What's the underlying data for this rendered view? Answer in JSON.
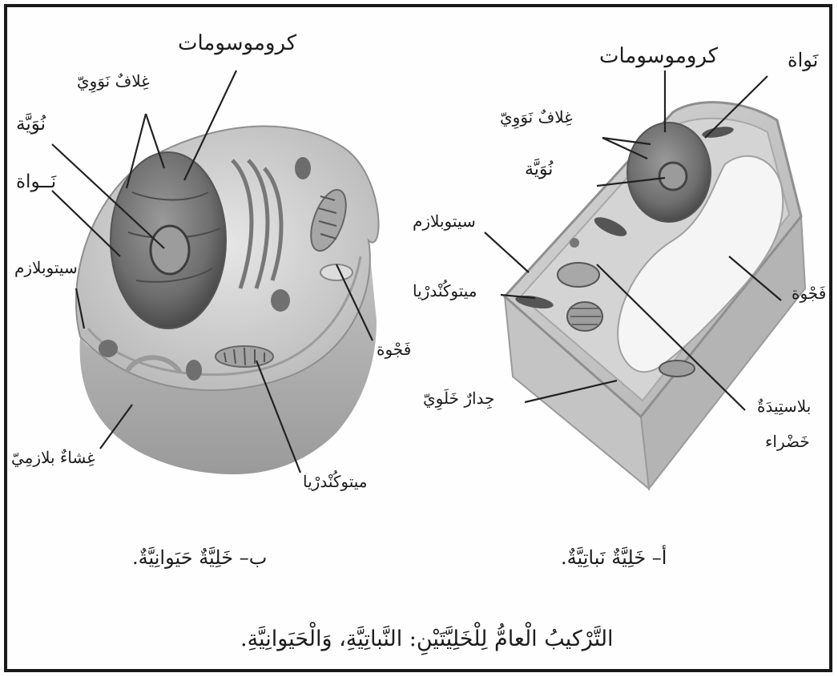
{
  "animal_cell": {
    "labels": {
      "chromosomes": "كروموسومات",
      "nuclear_envelope": "غِلافٌ نَوَوِيّ",
      "nucleolus": "نُوَيَّة",
      "nucleus": "نَــواة",
      "cytoplasm": "سيتوبلازم",
      "vacuole": "فَجْوة",
      "plasma_membrane": "غِشاءٌ بلازمِيّ",
      "mitochondria": "ميتوكُنْدرْيا"
    },
    "caption": "ب– خَلِيَّةٌ حَيَوانِيَّةٌ."
  },
  "plant_cell": {
    "labels": {
      "nucleus": "نَواة",
      "chromosomes": "كروموسومات",
      "nuclear_envelope": "غِلافٌ نَوَوِيّ",
      "nucleolus": "نُوَيَّة",
      "cytoplasm": "سيتوبلازم",
      "mitochondria": "ميتوكُنْدرْيا",
      "vacuole": "فَجْوة",
      "cell_wall": "جِدارٌ خَلَوِيّ",
      "chloroplast_line1": "بلاستِيدَةٌ",
      "chloroplast_line2": "خَضْراء"
    },
    "caption": "أ– خَلِيَّةٌ نَباتِيَّةٌ."
  },
  "figure_title": "التَّرْكيبُ الْعامُّ لِلْخَلِيَّتَيْنِ: النَّباتِيَّةِ، وَالْحَيَوانِيَّةِ."
}
